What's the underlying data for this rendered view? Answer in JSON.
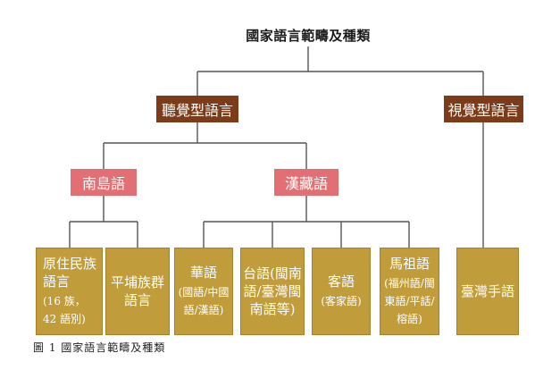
{
  "title": "國家語言範疇及種類",
  "level1": {
    "auditory": "聽覺型語言",
    "visual": "視覺型語言"
  },
  "level2": {
    "austronesian": "南島語",
    "sinotibetan": "漢藏語"
  },
  "leaves": {
    "indigenous": {
      "main": "原住民族語言",
      "sub": "(16 族，42 語別)"
    },
    "pingpu": {
      "main": "平埔族群語言"
    },
    "huayu": {
      "main": "華語",
      "sub": "(國語/中國語/漢語)"
    },
    "taiyu": {
      "main": "台語(閩南語/臺灣閩南語等)"
    },
    "kejia": {
      "main": "客語",
      "sub": "(客家語)"
    },
    "matsu": {
      "main": "馬祖語",
      "sub": "(福州語/閩東語/平話/榕語)"
    },
    "tsl": {
      "main": "臺灣手語"
    }
  },
  "caption": "圖 1 國家語言範疇及種類",
  "colors": {
    "brown": "#7c3b19",
    "pink": "#e26f73",
    "gold": "#c09c3a",
    "connector": "#555555"
  }
}
